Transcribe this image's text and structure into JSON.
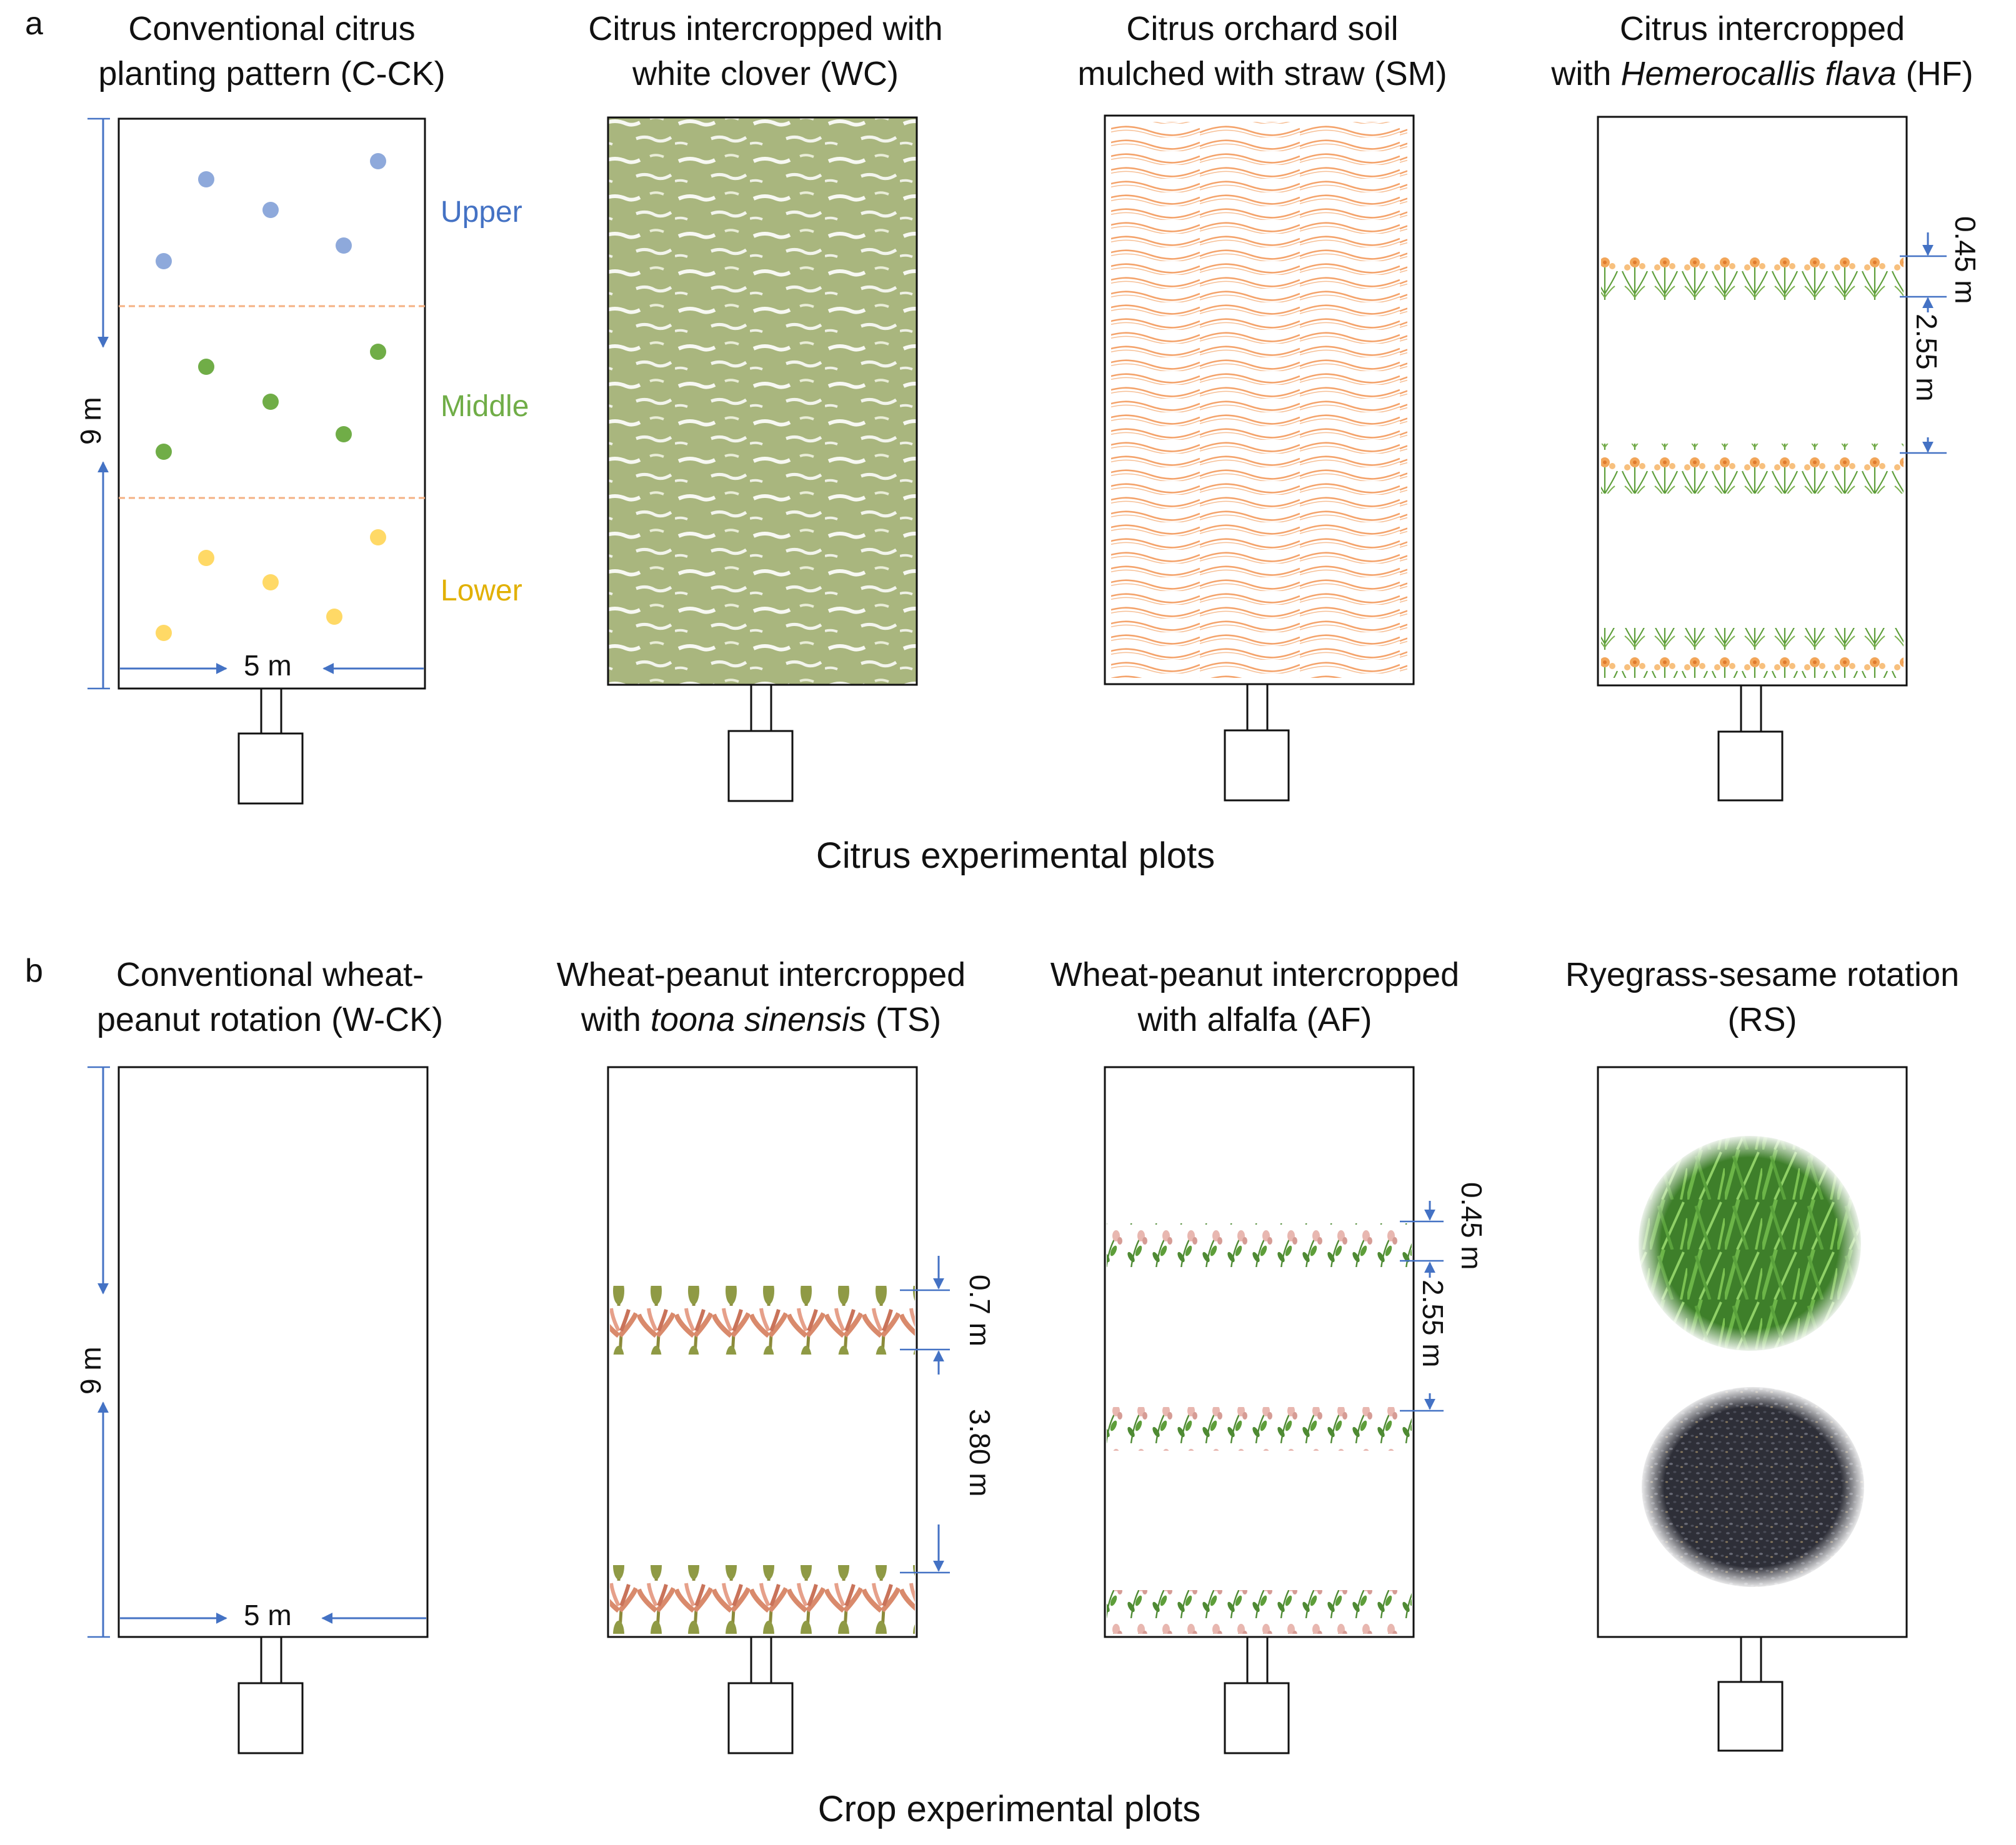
{
  "panels": {
    "a": {
      "letter": "a",
      "caption": "Citrus experimental plots",
      "plots": [
        {
          "id": "C-CK",
          "line1": "Conventional citrus",
          "line2": "planting pattern (C-CK)"
        },
        {
          "id": "WC",
          "line1": "Citrus intercropped with",
          "line2": "white clover (WC)"
        },
        {
          "id": "SM",
          "line1": "Citrus orchard soil",
          "line2": "mulched with straw (SM)"
        },
        {
          "id": "HF",
          "line1": "Citrus intercropped",
          "line2_pre": "with ",
          "line2_italic": "Hemerocallis flava",
          "line2_post": " (HF)"
        }
      ],
      "zones": [
        {
          "label": "Upper",
          "color": "#4472C4"
        },
        {
          "label": "Middle",
          "color": "#70AD47"
        },
        {
          "label": "Lower",
          "color": "#FFC000"
        }
      ],
      "width_label": "5 m",
      "length_label": "9 m",
      "hf_row_width": "0.45 m",
      "hf_row_gap": "2.55 m"
    },
    "b": {
      "letter": "b",
      "caption": "Crop experimental plots",
      "plots": [
        {
          "id": "W-CK",
          "line1": "Conventional wheat-",
          "line2": "peanut rotation (W-CK)"
        },
        {
          "id": "TS",
          "line1": "Wheat-peanut intercropped",
          "line2_pre": "with ",
          "line2_italic": "toona sinensis",
          "line2_post": " (TS)"
        },
        {
          "id": "AF",
          "line1": "Wheat-peanut intercropped",
          "line2": "with alfalfa (AF)"
        },
        {
          "id": "RS",
          "line1": "Ryegrass-sesame rotation",
          "line2": "(RS)"
        }
      ],
      "width_label": "5 m",
      "length_label": "9 m",
      "ts_row_width": "0.7 m",
      "ts_row_gap": "3.80 m",
      "af_row_width": "0.45 m",
      "af_row_gap": "2.55 m"
    }
  },
  "colors": {
    "dimension_arrow": "#4472C4",
    "zone_divider": "#F4B183",
    "clover": "#A9B67E",
    "straw": "#F4A36B",
    "daylily_leaf": "#5E9E3A",
    "daylily_flower": "#F2A65A",
    "toona_leaf": "#D98A6C",
    "alfalfa_leaf": "#4E8A33",
    "ryegrass": "#4E9A35",
    "sesame": "#2E2F38"
  },
  "icons": [
    "sampling-point-dot",
    "white-clover-pattern",
    "straw-mulch-pattern",
    "daylily-row",
    "toona-row",
    "alfalfa-row",
    "ryegrass-circle",
    "sesame-circle",
    "catchment-tank"
  ]
}
